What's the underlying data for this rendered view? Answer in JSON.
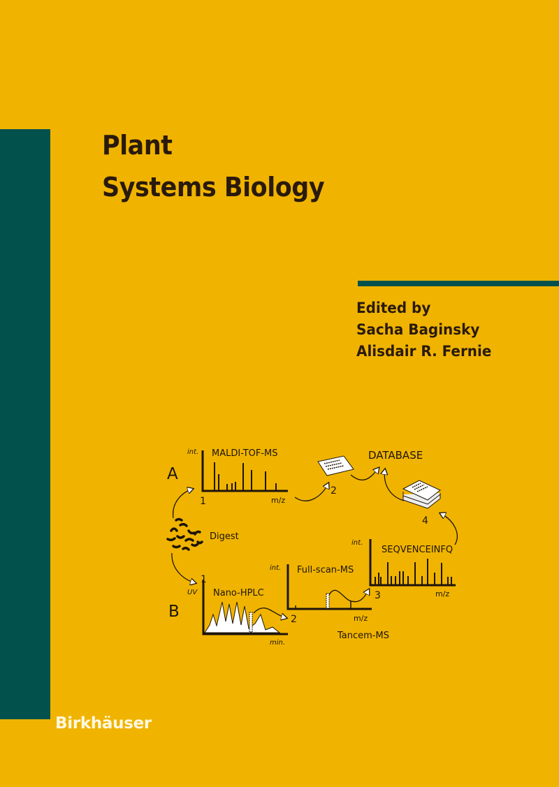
{
  "cover": {
    "title_line1": "Plant",
    "title_line2": "Systems Biology",
    "edited_by": "Edited by",
    "editors": [
      "Sacha Baginsky",
      "Alisdair R. Fernie"
    ],
    "publisher": "Birkhäuser",
    "colors": {
      "background": "#f0b400",
      "accent": "#02514d",
      "text": "#2a1a0c"
    }
  },
  "diagram": {
    "label_a": "A",
    "label_b": "B",
    "maldi": {
      "title": "MALDI-TOF-MS",
      "y_label": "int.",
      "x_label": "m/z",
      "step": "1"
    },
    "paper_step": "2",
    "database": "DATABASE",
    "stack_step": "4",
    "digest": "Digest",
    "hplc": {
      "title": "Nano-HPLC",
      "y_label": "UV",
      "x_label": "min.",
      "step": "1"
    },
    "fullscan": {
      "title": "Full-scan-MS",
      "y_label": "int.",
      "x_label": "m/z",
      "step": "2"
    },
    "tandem": "Tancem-MS",
    "sequence": {
      "title": "SEQVENCEINFQ",
      "y_label": "int.",
      "x_label": "m/z",
      "step": "3"
    }
  }
}
